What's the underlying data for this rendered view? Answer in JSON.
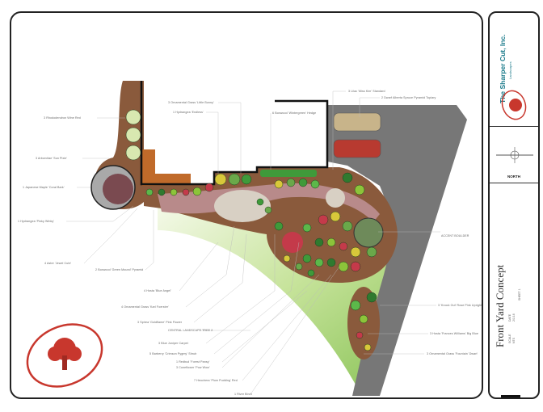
{
  "company": {
    "name": "The Sharper Cut, Inc.",
    "subtitle": "Landscapes"
  },
  "north_label": "NORTH",
  "title_block": {
    "title": "Front Yard Concept",
    "scale_label": "SCALE",
    "scale_value": "NTS",
    "date_label": "DATE",
    "date_value": "2/1/16",
    "sheet_label": "SHEET 1"
  },
  "plant_labels": [
    "3 Rhododendron Wine Red",
    "3 Arborvitae 'Sun Pixie'",
    "1 Japanese Maple 'Coral Bark'",
    "1 Hydrangea 'Pinky Winky'",
    "4 Aster 'Jewel Cute'",
    "2 Boxwood 'Green Mound' Pyramid",
    "4 Hosta 'Blue Angel'",
    "4 Ornamental Grass 'Karl Foerster'",
    "3 Spirea 'Goldflame' Pink Flower",
    "Central Landscape Tree 2",
    "3 Blue Juniper Carpet",
    "5 Barberry 'Crimson Pygmy' Shrub",
    "1 Redbud 'Forest Pansy'",
    "3 Coneflower 'Pow Wow'",
    "7 Heuchera 'Plum Pudding' Red",
    "1 River Birch",
    "3 Ornamental Grass 'Little Bunny'",
    "1 Hydrangea 'Endless'",
    "6 Boxwood 'Wintergreen' Hedge",
    "3 Lilac 'Miss Kim' Standard",
    "2 Dwarf Alberta Spruce Pyramid Topiary",
    "Accent Boulder",
    "3 'Knock Out' Rose Pink Upright",
    "3 Hosta 'Frances Williams' Big Blue",
    "3 Ornamental Grass 'Fountain' Dwarf"
  ],
  "colors": {
    "brand": "#1a7a8a",
    "logo_red": "#c8372d",
    "mulch": "#8a5a3c",
    "lawn": "#a8d47a",
    "drive": "#777777"
  }
}
